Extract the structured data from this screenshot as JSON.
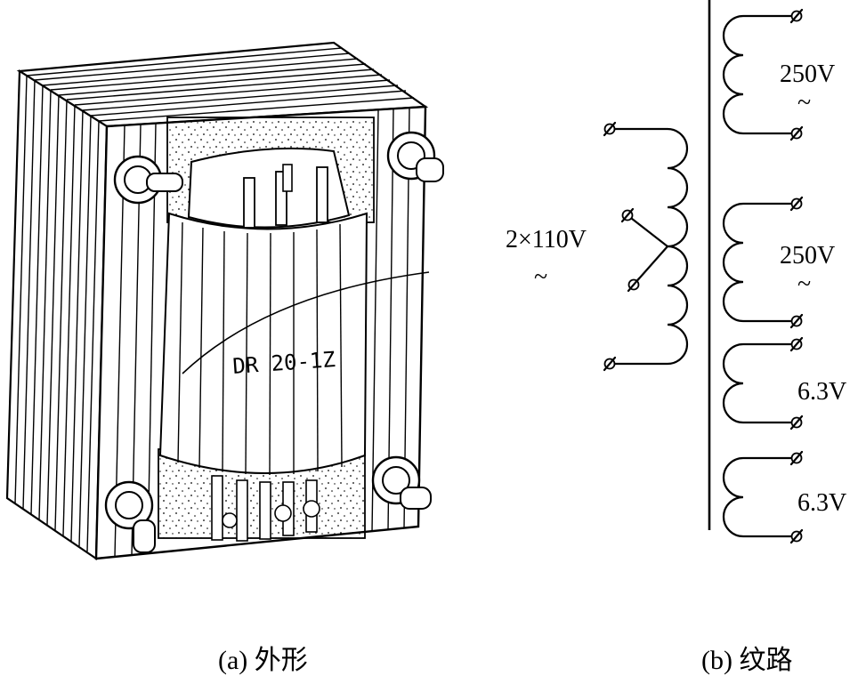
{
  "figure": {
    "caption_a": "(a) 外形",
    "caption_b": "(b) 纹路"
  },
  "schematic": {
    "primary": {
      "voltage": "2×110V",
      "ac_symbol": "~"
    },
    "secondaries": [
      {
        "voltage": "250V",
        "ac_symbol": "~"
      },
      {
        "voltage": "250V",
        "ac_symbol": "~"
      },
      {
        "voltage": "6.3V"
      },
      {
        "voltage": "6.3V"
      }
    ]
  },
  "transformer": {
    "nameplate_marking": "DR 20-1Z"
  }
}
